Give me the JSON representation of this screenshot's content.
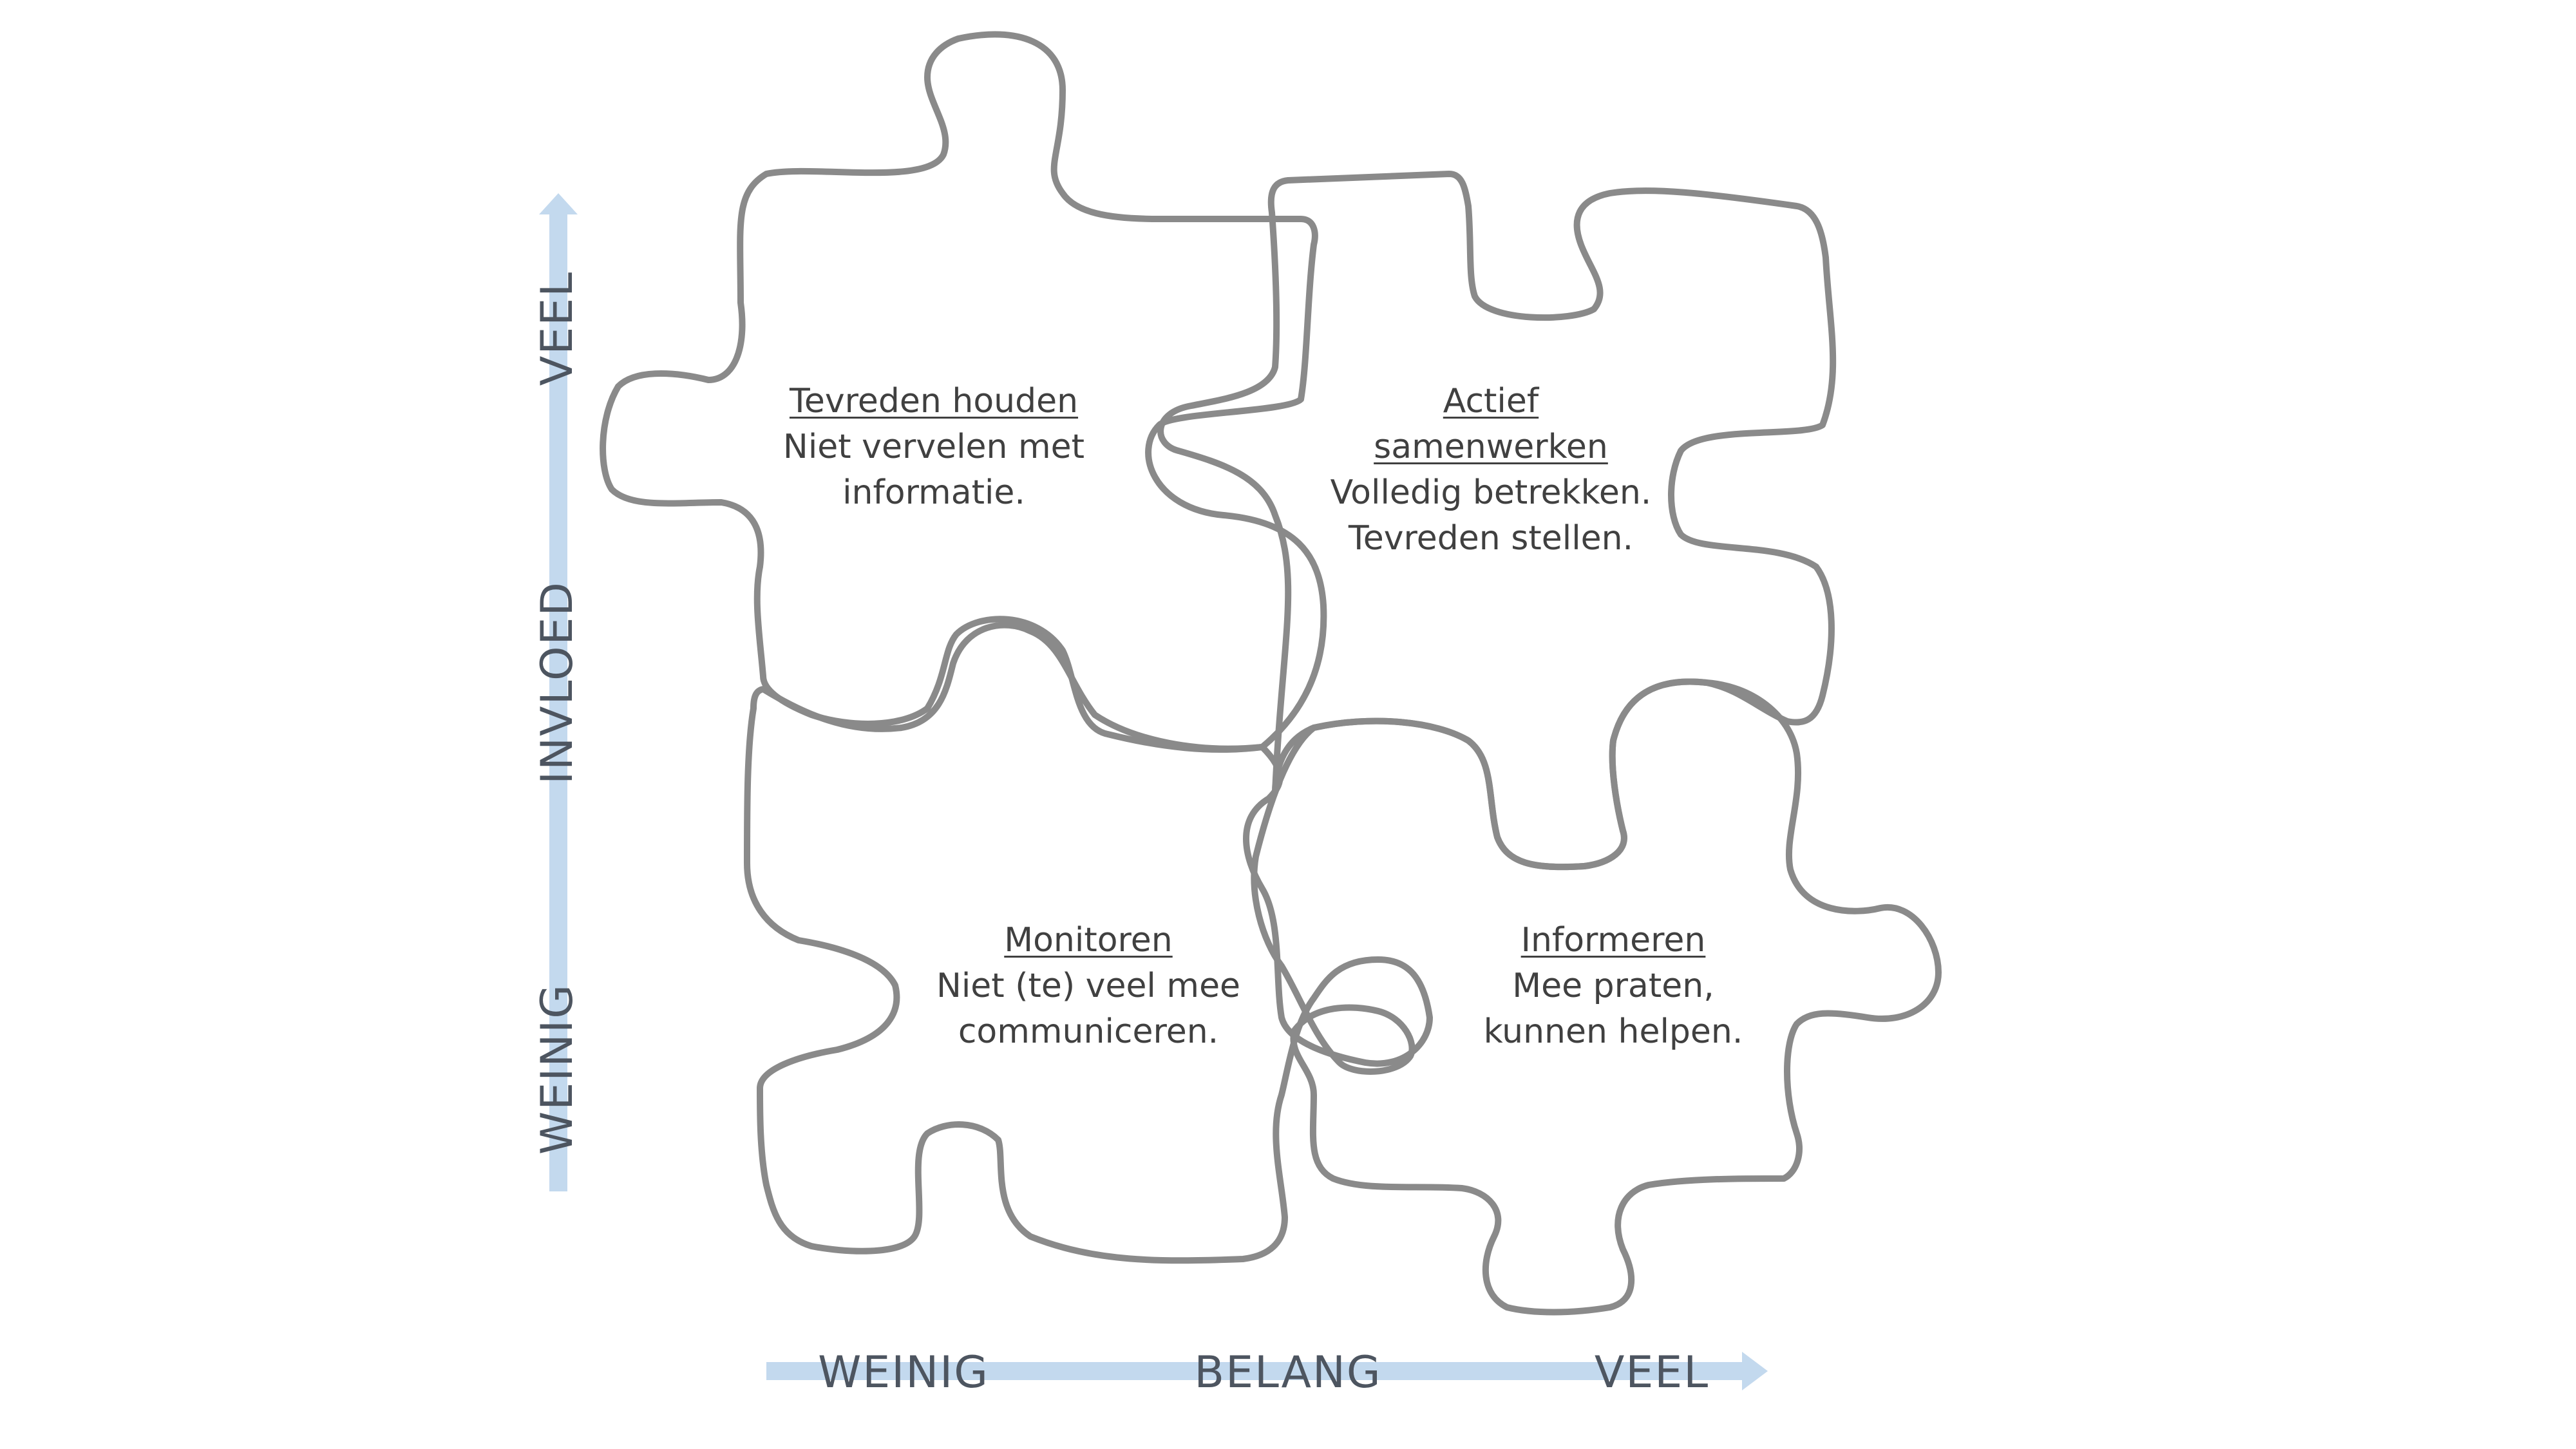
{
  "diagram": {
    "axis_y": {
      "high_label": "VEEL",
      "middle_label": "INVLOED",
      "low_label": "WEINIG"
    },
    "axis_x": {
      "low_label": "WEINIG",
      "middle_label": "BELANG",
      "high_label": "VEEL"
    },
    "pieces": {
      "top_left": {
        "title": "Tevreden houden",
        "description": "Niet vervelen met\ninformatie."
      },
      "top_right": {
        "title": "Actief\nsamenwerken",
        "description": "Volledig betrekken.\nTevreden stellen."
      },
      "bottom_left": {
        "title": "Monitoren",
        "description": "Niet (te) veel mee\ncommuniceren."
      },
      "bottom_right": {
        "title": "Informeren",
        "description": "Mee praten,\nkunnen helpen."
      }
    },
    "colors": {
      "axis": "#c3d9ee",
      "outline": "#8a8a8a",
      "axis_text": "#4d5560",
      "piece_text": "#404040"
    }
  }
}
